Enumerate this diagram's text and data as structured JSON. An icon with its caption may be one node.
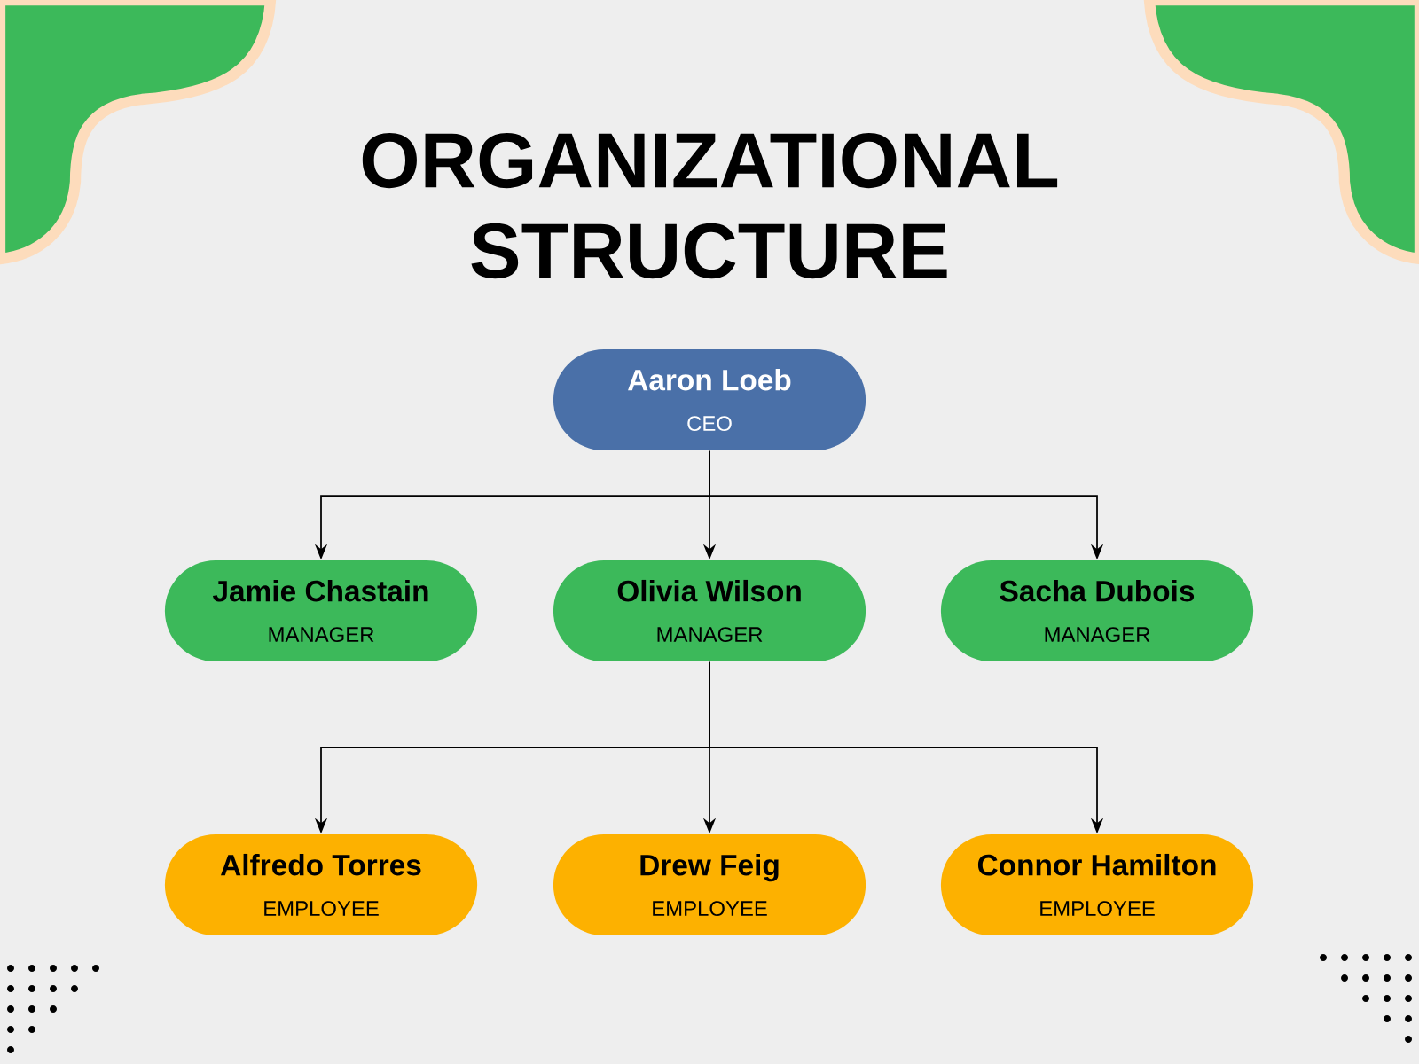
{
  "diagram": {
    "title": "ORGANIZATIONAL STRUCTURE",
    "nodes": [
      {
        "text": [
          "Aaron Loeb",
          "CEO"
        ]
      },
      {
        "text": [
          "Jamie Chastain",
          "MANAGER"
        ]
      },
      {
        "text": [
          "Olivia Wilson",
          "MANAGER"
        ]
      },
      {
        "text": [
          "Sacha Dubois",
          "MANAGER"
        ]
      },
      {
        "text": [
          "Alfredo Torres",
          "EMPLOYEE"
        ]
      },
      {
        "text": [
          "Drew Feig",
          "EMPLOYEE"
        ]
      },
      {
        "text": [
          "Connor Hamilton",
          "EMPLOYEE"
        ]
      }
    ],
    "edges": [
      {
        "from": 0,
        "to": 1,
        "arrow": "to"
      },
      {
        "from": 0,
        "to": 2,
        "arrow": "to"
      },
      {
        "from": 0,
        "to": 3,
        "arrow": "to"
      },
      {
        "from": 2,
        "to": 4,
        "arrow": "to"
      },
      {
        "from": 2,
        "to": 5,
        "arrow": "to"
      },
      {
        "from": 2,
        "to": 6,
        "arrow": "to"
      }
    ]
  }
}
